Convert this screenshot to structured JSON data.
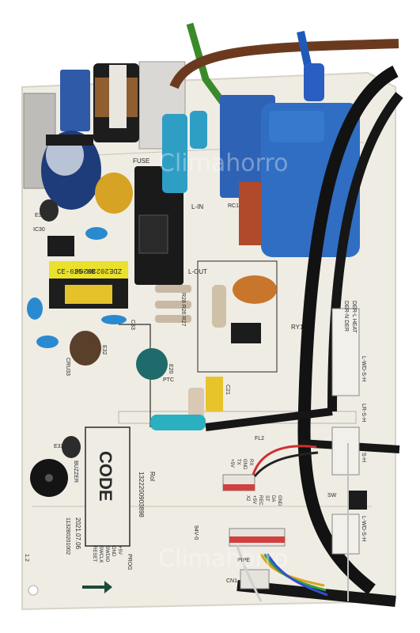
{
  "watermark": "Climahorro",
  "board": {
    "code_box": "CODE",
    "buzzer": "BUZZER",
    "date": "2021.07.06",
    "board_id": "1132B0201002",
    "part_no": "ZDE20230206",
    "transformer": "CE-625-HB",
    "serial": "1322200903898 ",
    "rol": "Rol",
    "fuse": "FUSE",
    "l_in": "L-IN",
    "l_out": "L-OUT",
    "rc1": "RC1",
    "ry1": "RY1",
    "cn1": "CN1",
    "ptc": "PTC",
    "e20": "E20",
    "c33": "C33",
    "e31": "E31",
    "e33": "E33",
    "cru33": "CRU33",
    "ic30": "IC30",
    "e32": "E32",
    "c21": "C21",
    "fl2": "FL2",
    "sw": "SW",
    "pipe": "PIPE",
    "prog": "PROG",
    "ul_logo": "94V-0",
    "resistors": "R28 R26 R27",
    "pins_left": [
      "+5V",
      "GND",
      "SWDIO",
      "SWCLK",
      "RESET"
    ],
    "pins_right": [
      "GND",
      "DA",
      "ST",
      "REC",
      "+5V",
      "X2"
    ],
    "pins_mid": [
      "RX",
      "GND",
      "TX",
      "+5V"
    ],
    "conn_labels": [
      "L-WD-S-H",
      "LR-S-H",
      "S-H",
      "L-WD-S-H",
      "DER-N DER",
      "DER-L HEAT"
    ],
    "version": "1.2"
  }
}
